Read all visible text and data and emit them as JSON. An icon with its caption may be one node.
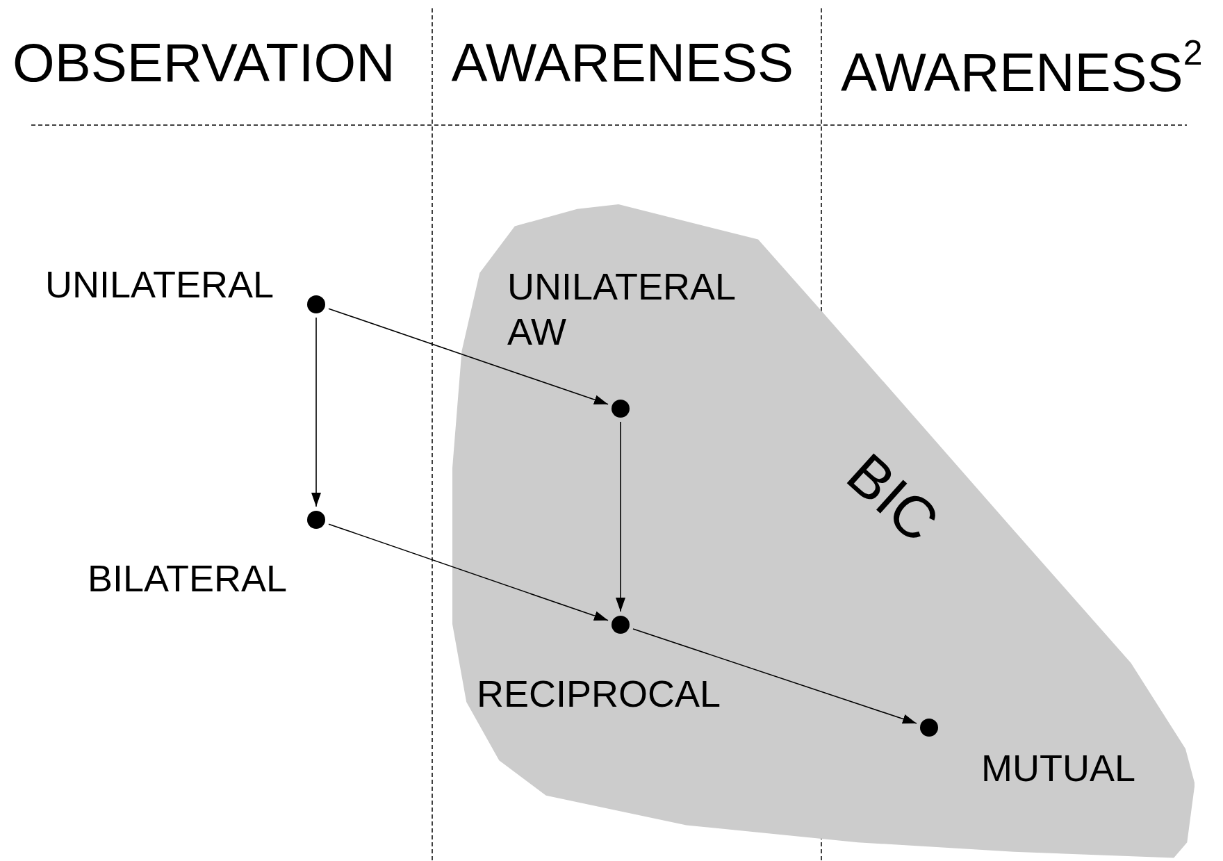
{
  "diagram": {
    "nodes": [
      {
        "text": [],
        "shape": "circle",
        "beside": [
          "UNILATERAL"
        ]
      },
      {
        "text": [
          "BIC"
        ]
      },
      {
        "text": [],
        "shape": "circle",
        "beside": [
          "UNILATERAL AW"
        ],
        "in": 1
      },
      {
        "text": [],
        "shape": "circle",
        "beside": [
          "BILATERAL"
        ]
      },
      {
        "text": [],
        "shape": "circle",
        "beside": [
          "RECIPROCAL"
        ],
        "in": 1
      },
      {
        "text": [],
        "shape": "circle",
        "beside": [
          "MUTUAL"
        ],
        "in": 1
      }
    ],
    "edges": [
      {
        "from": 0,
        "to": 2,
        "arrow": "to"
      },
      {
        "from": 0,
        "to": 3,
        "arrow": "to"
      },
      {
        "from": 2,
        "to": 4,
        "arrow": "to"
      },
      {
        "from": 3,
        "to": 4,
        "arrow": "to"
      },
      {
        "from": 4,
        "to": 5,
        "arrow": "to"
      }
    ],
    "labels": [
      "OBSERVATION",
      "AWARENESS",
      "AWARENESS$^{2}$"
    ]
  }
}
